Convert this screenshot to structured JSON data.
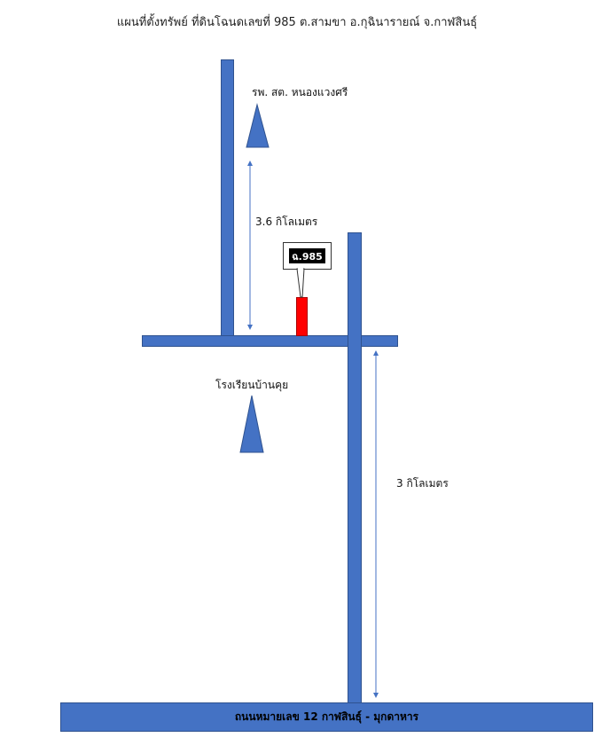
{
  "title": "แผนที่ตั้งทรัพย์ ที่ดินโฉนดเลขที่ 985 ต.สามขา อ.กุฉินารายณ์ จ.กาฬสินธุ์",
  "landmarks": {
    "health_center": "รพ. สต. หนองแวงศรี",
    "school": "โรงเรียนบ้านคุย"
  },
  "distances": {
    "north_segment": "3.6 กิโลเมตร",
    "east_segment": "3 กิโลเมตร"
  },
  "property": {
    "callout": "ฉ.985"
  },
  "highway": {
    "label": "ถนนหมายเลข 12 กาฬสินธุ์ - มุกดาหาร"
  },
  "colors": {
    "road": "#4472c4",
    "road_border": "#2f528f",
    "property": "#ff0000",
    "dimension_line": "#4472c4"
  }
}
